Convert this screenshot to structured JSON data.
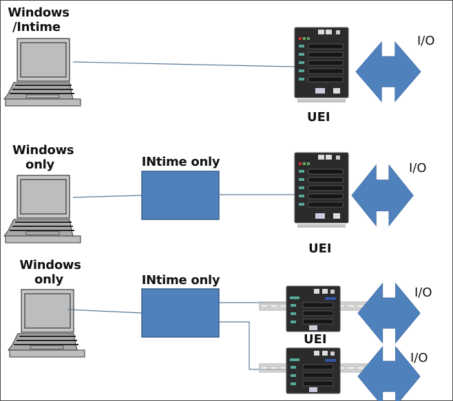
{
  "diagram": {
    "rows": [
      {
        "pc_label_line1": "Windows",
        "pc_label_line2": "/Intime",
        "device_label": "UEI",
        "io_label": "I/O"
      },
      {
        "pc_label_line1": "Windows",
        "pc_label_line2": "only",
        "box_label": "INtime only",
        "device_label": "UEI",
        "io_label": "I/O"
      },
      {
        "pc_label_line1": "Windows",
        "pc_label_line2": "only",
        "box_label": "INtime only",
        "device_label": "UEI",
        "io_label_top": "I/O",
        "io_label_bottom": "I/O"
      }
    ],
    "colors": {
      "box_fill": "#4f81bd",
      "box_stroke": "#385d8a",
      "arrow_fill": "#4f81bd",
      "line": "#5a7a96"
    }
  }
}
